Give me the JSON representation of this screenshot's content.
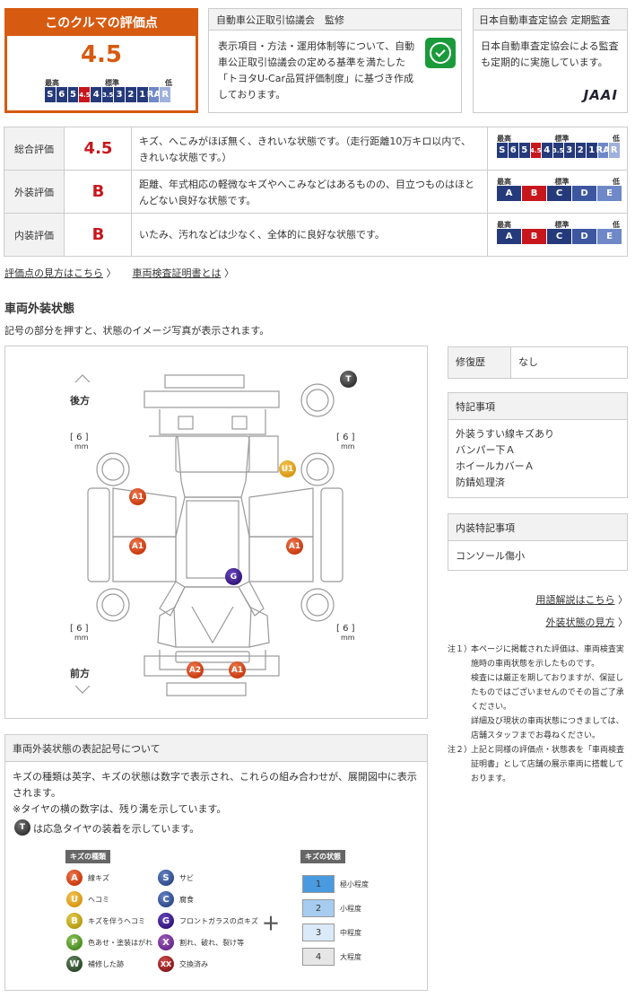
{
  "score_box": {
    "title": "このクルマの評価点",
    "score": "4.5",
    "scale_high": "最高",
    "scale_std": "標準",
    "scale_low": "低",
    "scale": [
      "S",
      "6",
      "5",
      "4.5",
      "4",
      "3.5",
      "3",
      "2",
      "1",
      "RA",
      "R"
    ]
  },
  "jada": {
    "header": "自動車公正取引協議会　監修",
    "text": "表示項目・方法・運用体制等について、自動車公正取引協議会の定める基準を満たした「トヨタU-Car品質評価制度」に基づき作成しております。"
  },
  "jaai": {
    "header": "日本自動車査定協会 定期監査",
    "text": "日本自動車査定協会による監査も定期的に実施しています。",
    "logo": "JAAI"
  },
  "ratings": [
    {
      "label": "総合評価",
      "value": "4.5",
      "desc": "キズ、へこみがほぼ無く、きれいな状態です。（走行距離10万キロ以内で、きれいな状態です。）",
      "scale": [
        "S",
        "6",
        "5",
        "4.5",
        "4",
        "3.5",
        "3",
        "2",
        "1",
        "RA",
        "R"
      ]
    },
    {
      "label": "外装評価",
      "value": "B",
      "desc": "距離、年式相応の軽微なキズやへこみなどはあるものの、目立つものはほとんどない良好な状態です。",
      "scale": [
        "A",
        "B",
        "C",
        "D",
        "E"
      ]
    },
    {
      "label": "内装評価",
      "value": "B",
      "desc": "いたみ、汚れなどは少なく、全体的に良好な状態です。",
      "scale": [
        "A",
        "B",
        "C",
        "D",
        "E"
      ]
    }
  ],
  "links": {
    "how_to_read": "評価点の見方はこちら",
    "certificate": "車両検査証明書とは"
  },
  "exterior": {
    "title": "車両外装状態",
    "note": "記号の部分を押すと、状態のイメージ写真が表示されます。"
  },
  "diagram": {
    "rear": "後方",
    "front": "前方",
    "tire": "[ 6 ]",
    "mm": "mm",
    "marks": {
      "t": "T",
      "u1": "U1",
      "a1": "A1",
      "g": "G",
      "a2": "A2"
    }
  },
  "repair": {
    "label": "修復歴",
    "value": "なし"
  },
  "special": {
    "title": "特記事項",
    "items": [
      "外装うすい線キズあり",
      "バンパー下Ａ",
      "ホイールカバーＡ",
      "防錆処理済"
    ]
  },
  "interior_special": {
    "title": "内装特記事項",
    "items": [
      "コンソール傷小"
    ]
  },
  "right_links": {
    "glossary": "用語解説はこちら",
    "exterior_read": "外装状態の見方"
  },
  "notes": {
    "n1_label": "注１）",
    "n1": "本ページに掲載された評価は、車両検査実施時の車両状態を示したものです。",
    "n1b": "検査には厳正を期しておりますが、保証したものではございませんのでその旨ご了承ください。",
    "n1c": "詳細及び現状の車両状態につきましては、店舗スタッフまでお尋ねください。",
    "n2_label": "注２）",
    "n2": "上記と同様の評価点・状態表を「車両検査証明書」として店舗の展示車両に搭載しております。"
  },
  "legend": {
    "title": "車両外装状態の表記記号について",
    "p1": "キズの種類は英字、キズの状態は数字で表示され、これらの組み合わせが、展開図中に表示されます。",
    "p2": "※タイヤの横の数字は、残り溝を示しています。",
    "p3_mark": "T",
    "p3": "は応急タイヤの装着を示しています。",
    "kind_title": "キズの種類",
    "state_title": "キズの状態",
    "kinds": [
      {
        "k": "A",
        "t": "線キズ"
      },
      {
        "k": "U",
        "t": "ヘコミ"
      },
      {
        "k": "B",
        "t": "キズを伴うヘコミ"
      },
      {
        "k": "P",
        "t": "色あせ・塗装はがれ"
      },
      {
        "k": "W",
        "t": "補修した跡"
      },
      {
        "k": "S",
        "t": "サビ"
      },
      {
        "k": "C",
        "t": "腐食"
      },
      {
        "k": "G",
        "t": "フロントガラスの点キズ"
      },
      {
        "k": "X",
        "t": "割れ、破れ、裂け等"
      },
      {
        "k": "XX",
        "t": "交換済み"
      }
    ],
    "plus": "＋",
    "states": [
      {
        "n": "1",
        "t": "極小程度"
      },
      {
        "n": "2",
        "t": "小程度"
      },
      {
        "n": "3",
        "t": "中程度"
      },
      {
        "n": "4",
        "t": "大程度"
      }
    ]
  }
}
